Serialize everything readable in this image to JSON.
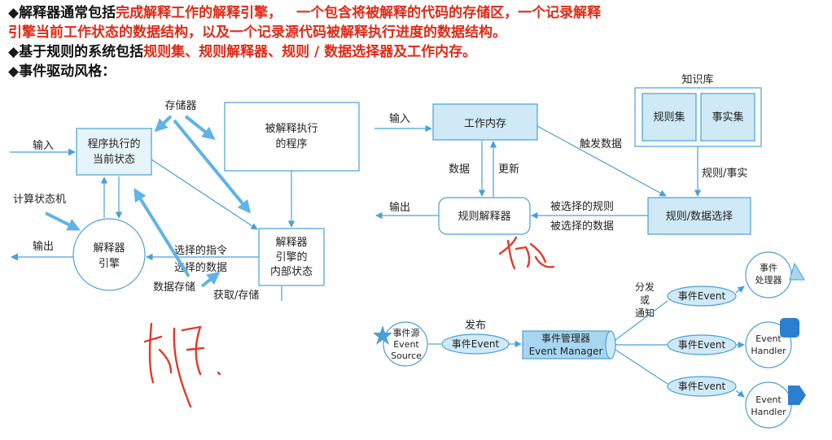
{
  "bullets": {
    "b1_marker": "◆",
    "b1_prefix": "解释器通常包括",
    "b1_red_a": "完成解释工作的解释引擎，",
    "b1_red_b": "一个包含将被解释的代码的存储区，一个记录解释",
    "b2_red": "引擎当前工作状态的数据结构，以及一个记录源代码被解释执行进度的数据结构。",
    "b3_marker": "◆",
    "b3_prefix": "基于规则的系统包括",
    "b3_red": "规则集、规则解释器、规则 / 数据选择器及工作内存。",
    "b4_marker": "◆",
    "b4_text": "事件驱动风格："
  },
  "interpreter": {
    "storage_label": "存储器",
    "input_label": "输入",
    "state_box_l1": "程序执行的",
    "state_box_l2": "当前状态",
    "program_box_l1": "被解释执行",
    "program_box_l2": "的程序",
    "computing_machine": "计算状态机",
    "output_label": "输出",
    "engine_l1": "解释器",
    "engine_l2": "引擎",
    "selected_instr": "选择的指令",
    "selected_data": "选择的数据",
    "data_store": "数据存储",
    "fetch_store": "获取/存储",
    "internal_l1": "解释器",
    "internal_l2": "引擎的",
    "internal_l3": "内部状态"
  },
  "rules": {
    "input_label": "输入",
    "working_memory": "工作内存",
    "knowledge_base": "知识库",
    "rule_set": "规则集",
    "fact_set": "事实集",
    "trigger_data": "触发数据",
    "data_label": "数据",
    "update_label": "更新",
    "rule_fact": "规则/事实",
    "output_label": "输出",
    "rule_interpreter": "规则解释器",
    "selected_rules": "被选择的规则",
    "selected_data": "被选择的数据",
    "rule_data_select": "规则/数据选择"
  },
  "events": {
    "source_l1": "事件源",
    "source_l2": "Event",
    "source_l3": "Source",
    "publish": "发布",
    "event1": "事件Event",
    "manager_l1": "事件管理器",
    "manager_l2": "Event Manager",
    "dispatch_l1": "分发",
    "dispatch_l2": "或",
    "dispatch_l3": "通知",
    "event_top": "事件Event",
    "event_mid": "事件Event",
    "event_bot": "事件Event",
    "handler_top_l1": "事件",
    "handler_top_l2": "处理器",
    "handler_mid_l1": "Event",
    "handler_mid_l2": "Handler",
    "handler_bot_l1": "Event",
    "handler_bot_l2": "Handler"
  },
  "colors": {
    "red_text": "#e02a16",
    "line_blue": "#4a9fd8",
    "fill_blue": "#cfe9f7",
    "fill_light": "#e6f4fb",
    "handwriting": "#e23a2a"
  }
}
